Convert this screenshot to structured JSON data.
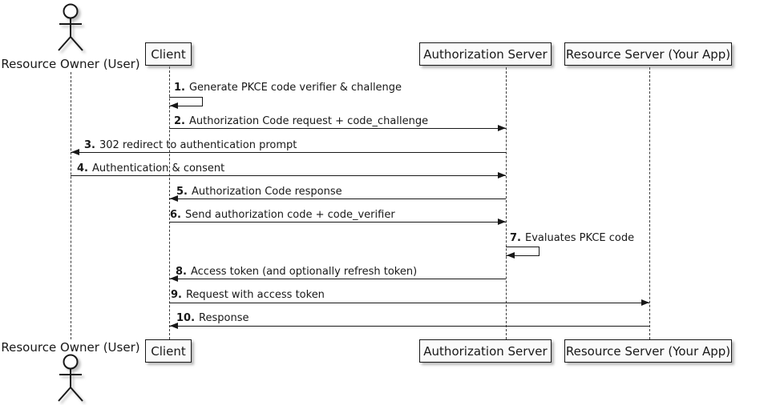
{
  "colors": {
    "line": "#181818",
    "box_fill": "#FAFAFA",
    "background": "#FFFFFF"
  },
  "actor": {
    "label": "Resource Owner (User)"
  },
  "participants": {
    "client": "Client",
    "auth_server": "Authorization Server",
    "resource_server": "Resource Server (Your App)"
  },
  "messages": [
    {
      "num": "1.",
      "text": "Generate PKCE code verifier & challenge"
    },
    {
      "num": "2.",
      "text": "Authorization Code request + code_challenge"
    },
    {
      "num": "3.",
      "text": "302 redirect to authentication prompt"
    },
    {
      "num": "4.",
      "text": "Authentication & consent"
    },
    {
      "num": "5.",
      "text": "Authorization Code response"
    },
    {
      "num": "6.",
      "text": "Send authorization code + code_verifier"
    },
    {
      "num": "7.",
      "text": "Evaluates PKCE code"
    },
    {
      "num": "8.",
      "text": "Access token (and optionally refresh token)"
    },
    {
      "num": "9.",
      "text": "Request with access token"
    },
    {
      "num": "10.",
      "text": "Response"
    }
  ]
}
